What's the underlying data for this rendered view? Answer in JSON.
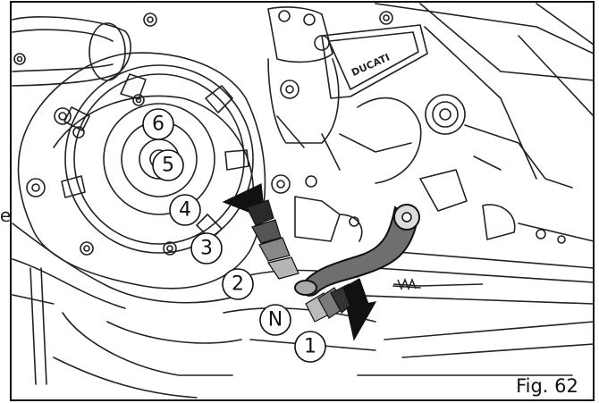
{
  "figure": {
    "caption": "Fig. 62",
    "edge_letter": "e",
    "brand_mark": "DUCATI"
  },
  "gear_positions": [
    "1",
    "N",
    "2",
    "3",
    "4",
    "5",
    "6"
  ],
  "arrows": [
    {
      "name": "upshift",
      "color": "#111111"
    },
    {
      "name": "downshift",
      "color": "#111111"
    }
  ]
}
